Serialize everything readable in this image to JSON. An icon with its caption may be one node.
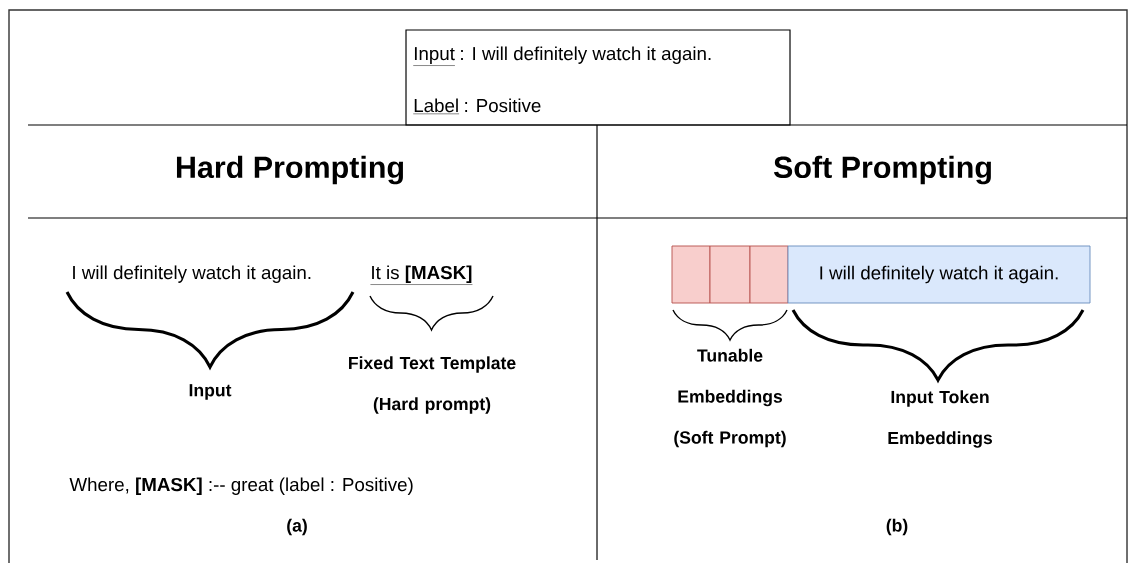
{
  "diagram": {
    "nodes": [
      {
        "text": [
          "Input",
          ": I will definitely watch it again.",
          "Label",
          ": Positive"
        ]
      },
      {
        "text": [],
        "shape": "box"
      },
      {
        "text": [],
        "shape": "box"
      },
      {
        "text": [],
        "shape": "box"
      },
      {
        "text": [
          "I will definitely watch it again."
        ]
      }
    ],
    "labels": [
      "Hard Prompting",
      "Soft Prompting",
      "I will definitely watch it again.",
      "It is **[MASK]**",
      "Input",
      "Fixed Text Template (Hard prompt)",
      "Where, **[MASK]** :-- great (label : Positive)",
      "(a)",
      "Tunable Embeddings (Soft Prompt)",
      "Input Token Embeddings",
      "(b)"
    ]
  }
}
